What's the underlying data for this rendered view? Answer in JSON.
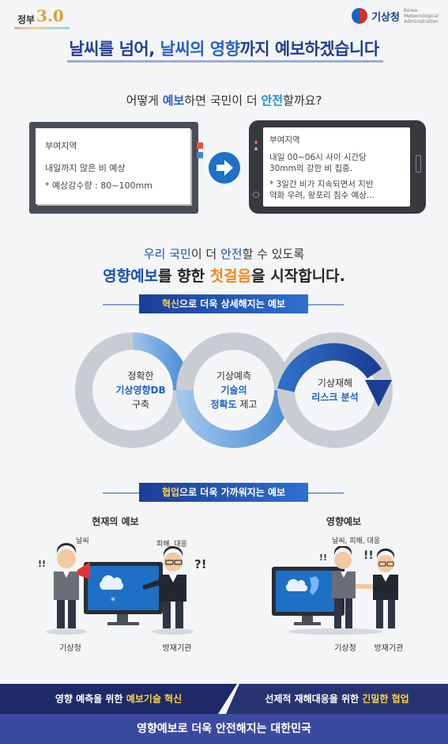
{
  "header": {
    "left_logo_text": "정부",
    "left_logo_num": "3.0",
    "right_logo_text": "기상청",
    "right_logo_sub_1": "Korea",
    "right_logo_sub_2": "Meteorological",
    "right_logo_sub_3": "Administration"
  },
  "headline": {
    "part1": "날씨를 넘어, ",
    "part2": "날씨의 영향",
    "part3": "까지 예보하겠습니다"
  },
  "question": {
    "part1": "어떻게 ",
    "part2": "예보",
    "part3": "하면 국민이 더 ",
    "part4": "안전",
    "part5": "할까요?"
  },
  "before_card": {
    "region": "부여지역",
    "line1": "내일까지 많은 비 예상",
    "line2": "* 예상강수량 : 80~100mm"
  },
  "after_card": {
    "region": "부여지역",
    "line1": "내일 00~06시 사이 시간당",
    "line2": "30mm의 강한 비 집중.",
    "line3": "* 3일간 비가 지속되면서 지반",
    "line4": "약화 우려, 왕포리 침수 예상..."
  },
  "mid": {
    "l1_a": "우리 국민",
    "l1_b": "이 더 ",
    "l1_c": "안전",
    "l1_d": "할 수 있도록",
    "l2_a": "영향예보",
    "l2_b": "를 향한 ",
    "l2_c": "첫걸음",
    "l2_d": "을 시작합니다."
  },
  "ribbon1": {
    "a": "혁신",
    "b": "으로 더욱 상세해지는 예보"
  },
  "circles": [
    {
      "t1": "정확한",
      "t2": "기상영향DB",
      "t3": "구축"
    },
    {
      "t1": "기상예측",
      "t2": "기술의",
      "t3": "정확도",
      "t4": " 제고"
    },
    {
      "t1": "기상재해",
      "t2": "리스크 분석"
    }
  ],
  "ribbon2": {
    "a": "협업",
    "b": "으로 더욱 가까워지는 예보"
  },
  "scene": {
    "current_title": "현재의 예보",
    "impact_title": "영향예보",
    "bubble_weather": "날씨",
    "bubble_response": "피해, 대응",
    "bubble_impact": "날씨, 피해, 대응",
    "exclaim": "!!",
    "question_mark": "?!",
    "label_kma_1": "기상청",
    "label_agency_1": "방재기관",
    "label_kma_2": "기상청",
    "label_agency_2": "방재기관"
  },
  "footer": {
    "left_a": "영향 예측을 위한 ",
    "left_b": "예보기술 혁신",
    "right_a": "선제적 재해대응을 위한 ",
    "right_b": "긴밀한 협업",
    "bottom": "영향예보로 더욱 안전해지는 대한민국"
  },
  "colors": {
    "navy": "#213f94",
    "blue": "#2a62c9",
    "orange": "#f08a19",
    "yellow": "#ffd24a",
    "footer_dark": "#1e2a67",
    "footer_mid": "#3b4a9e"
  }
}
